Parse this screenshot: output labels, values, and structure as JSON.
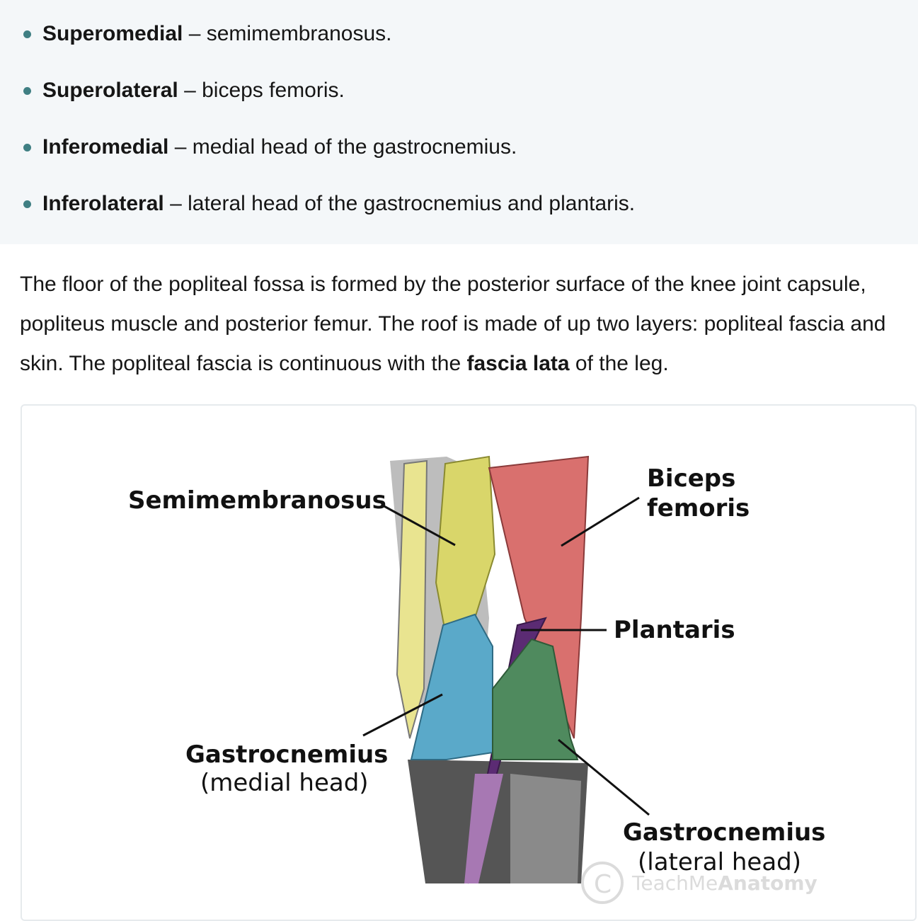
{
  "bullets": [
    {
      "term": "Superomedial",
      "desc": " – semimembranosus."
    },
    {
      "term": "Superolateral",
      "desc": " – biceps femoris."
    },
    {
      "term": "Inferomedial",
      "desc": " – medial head of the gastrocnemius."
    },
    {
      "term": "Inferolateral",
      "desc": " – lateral head of the gastrocnemius and plantaris."
    }
  ],
  "paragraph": {
    "before": "The floor of the popliteal fossa is formed by the posterior surface of the knee joint capsule, popliteus muscle and posterior femur. The roof is made of up two layers: popliteal fascia and skin. The popliteal fascia is continuous with the ",
    "bold": "fascia lata",
    "after": " of the leg."
  },
  "figure": {
    "labels": {
      "semimembranosus": "Semimembranosus",
      "biceps_line1": "Biceps",
      "biceps_line2": "femoris",
      "plantaris": "Plantaris",
      "gastro_medial_line1": "Gastrocnemius",
      "gastro_medial_line2": "(medial head)",
      "gastro_lateral_line1": "Gastrocnemius",
      "gastro_lateral_line2": "(lateral head)"
    },
    "watermark": {
      "symbol": "C",
      "brand_light": "TeachMe",
      "brand_bold": "Anatomy"
    },
    "colors": {
      "semimembranosus": "#d9d66a",
      "biceps": "#d9706e",
      "plantaris": "#5b2b73",
      "gastro_medial": "#5aa9c9",
      "gastro_lateral": "#4f8a5e",
      "bone": "#c8c8c8",
      "accent": "#3f7f83"
    }
  }
}
